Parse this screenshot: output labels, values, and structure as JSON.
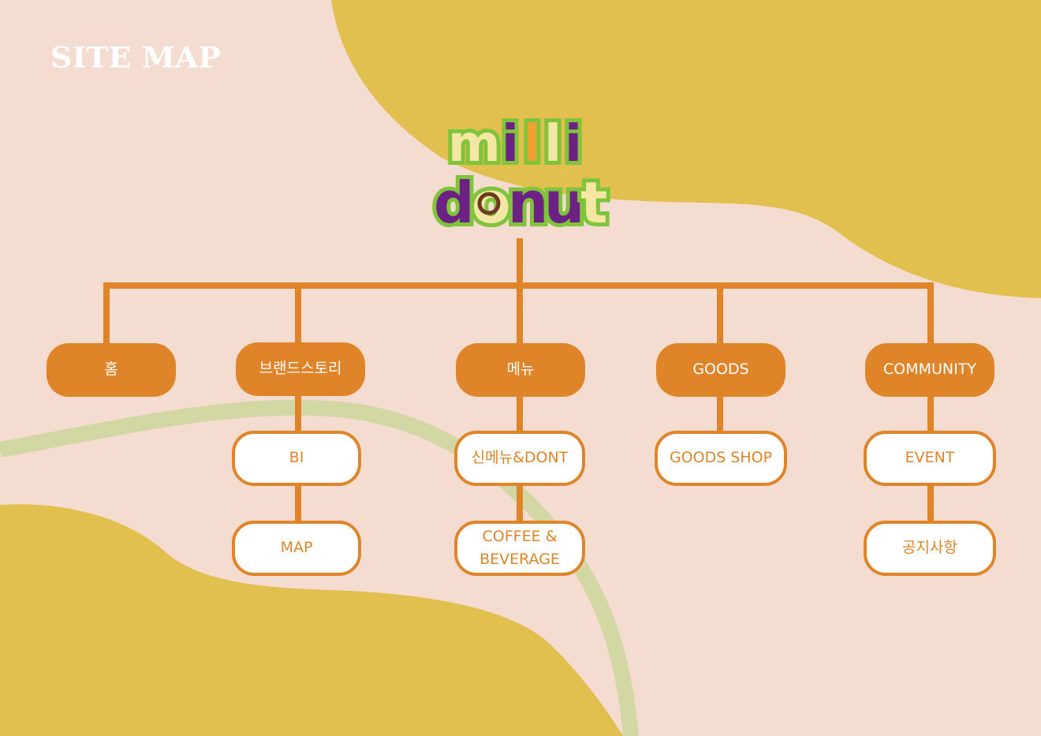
{
  "page_title": "SITE MAP",
  "logo": {
    "line1": "milli",
    "line2": "donut"
  },
  "colors": {
    "background": "#f5dcd0",
    "blob": "#e2c050",
    "accent": "#e08429",
    "curve": "#d3d7a3",
    "logo_green": "#7fc43a",
    "logo_purple": "#6e2184",
    "logo_cream": "#f4e7a4"
  },
  "sections": [
    {
      "label": "홈",
      "children": []
    },
    {
      "label": "브랜드스토리",
      "children": [
        "BI",
        "MAP"
      ]
    },
    {
      "label": "메뉴",
      "children": [
        "신메뉴&DONT",
        "COFFEE &\nBEVERAGE"
      ]
    },
    {
      "label": "GOODS",
      "children": [
        "GOODS SHOP"
      ]
    },
    {
      "label": "COMMUNITY",
      "children": [
        "EVENT",
        "공지사항"
      ]
    }
  ]
}
